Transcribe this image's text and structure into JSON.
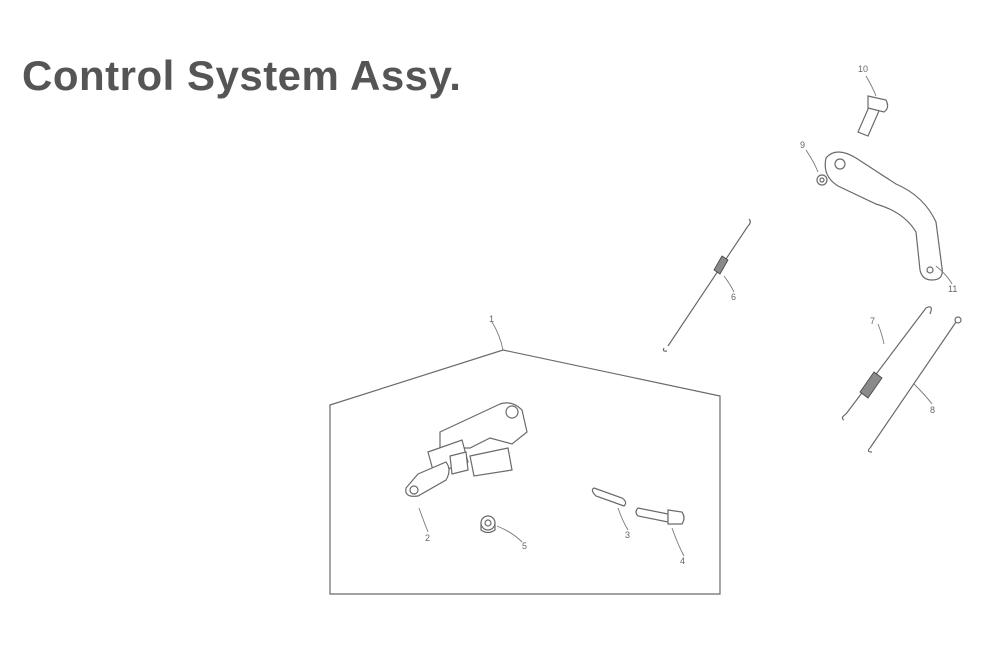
{
  "title": "Control System Assy.",
  "callouts": [
    {
      "id": "1",
      "label": "1"
    },
    {
      "id": "2",
      "label": "2"
    },
    {
      "id": "3",
      "label": "3"
    },
    {
      "id": "4",
      "label": "4"
    },
    {
      "id": "5",
      "label": "5"
    },
    {
      "id": "6",
      "label": "6"
    },
    {
      "id": "7",
      "label": "7"
    },
    {
      "id": "8",
      "label": "8"
    },
    {
      "id": "9",
      "label": "9"
    },
    {
      "id": "10",
      "label": "10"
    },
    {
      "id": "11",
      "label": "11"
    }
  ]
}
